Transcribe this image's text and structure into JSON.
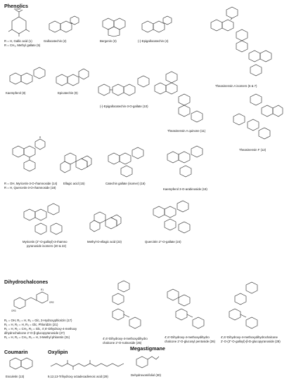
{
  "sections": {
    "phenolics": "Phenolics",
    "dihydrochalcones": "Dihydrochalcones",
    "coumarin": "Coumarin",
    "oxylipin": "Oxylipin",
    "megastigmane": "Megastigmane"
  },
  "labels": {
    "gallic_1": "R = H, Gallic acid (1)",
    "gallic_2": "R = CH₃, Methyl gallate (5)",
    "gallocatechin": "Gallocatechin (2)",
    "bergenin": "Bergenin (3)",
    "epigallocatechin": "(-)-Epigallocatechin (4)",
    "theasinensin_a": "Theasinensin A isomers (6 & 7)",
    "kaempferol": "Kaempferol (8)",
    "epicatechin": "Epicatechin (9)",
    "egcg": "(-)-Epigallocatechin-3-O-gallate (10)",
    "theasinensin_quinone": "Theasinensin A quinone (11)",
    "theasinensin_f": "Theasinensin F (12)",
    "myricetin_1": "R = OH, Myricetin-3-O-rhamnoside (14)",
    "myricetin_2": "R = H, Quercetin-3-O-rhamnoside (18)",
    "ellagic": "Ellagic acid (15)",
    "catechin_gallate": "Catechin gallate (isomer) (16)",
    "kaempferol_ara": "Kaempferol 3-O-arabinoside (19)",
    "myricetin_galloyl_1": "Myricetin (2''-O-galloyl)-3-rhamno",
    "myricetin_galloyl_2": "pyranoside isomers (20 & 22)",
    "methyl_ellagic": "Methyl-O-ellagic acid (23)",
    "quercitrin_gallate": "Quercitrin 2''-O-gallate (24)",
    "dhc_1": "R₁ = OH, R₂ = H, R₃ = Glc, 3-Hydroxyphlorizin (17)",
    "dhc_2": "R₁ = H, R₂ = H, R₃ = Glc, Phloridzin (21)",
    "dhc_3": "R₁ = H, R₂ = CH₃, R₃ = Glc, 4',6'-Dihydroxy-4-methoxy",
    "dhc_4": "dihydrochalcone 2'-O-β-glucopyranoside (27)",
    "dhc_5": "R₁ = H, R₂ = CH₃, R₃ = H, 3-Methyl phloretin (31)",
    "dhc_25a": "4',6'-Dihydroxy-4-methoxydihydro",
    "dhc_25b": "chalcone 2'-O-rutinoside (25)",
    "dhc_26a": "4',6'-Dihydroxy-4-methoxydihydro",
    "dhc_26b": "chalcone 2'-O-glucosyl pentoside (26)",
    "dhc_28a": "4',6'-Dihydroxy-4-methoxydihydrochalcone",
    "dhc_28b": "2'-O-(3''-O-galloyl)-β-D-glucopyranoside (28)",
    "esculetin": "Esculetin (13)",
    "oxylipin": "9,12,13-Trihydroxy octadecadienoic acid (29)",
    "dehydrovomifoliol": "Dehydrovomifoliol (30)"
  }
}
